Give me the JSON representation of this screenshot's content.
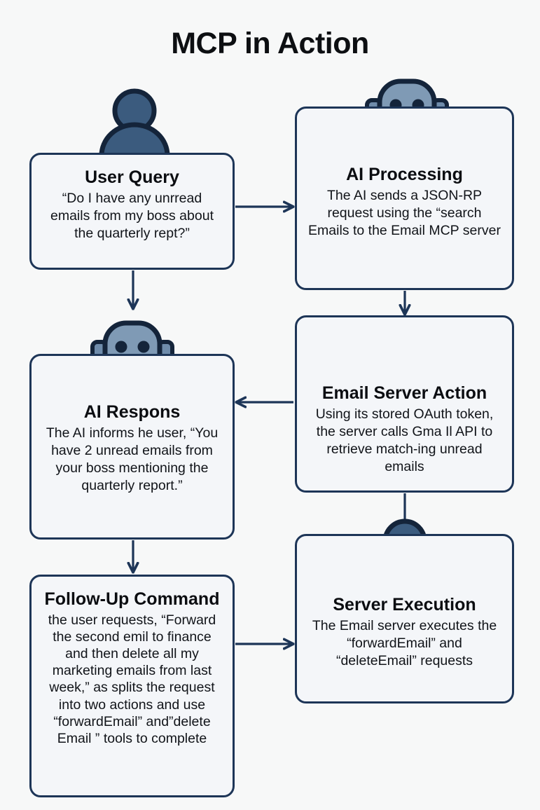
{
  "page": {
    "title": "MCP in Action",
    "background_color": "#f7f8f8",
    "accent_color": "#1d3557",
    "node_fill_color": "#f4f6f9",
    "icon_fill_color": "#3b5b7e",
    "robot_fill_color": "#7f9ab5"
  },
  "nodes": [
    {
      "id": "user-query",
      "icon": "user-avatar-icon",
      "title": "User Query",
      "body": "“Do I have any unrread emails from my boss about the quarterly rept?”"
    },
    {
      "id": "ai-processing",
      "icon": "robot-icon",
      "title": "AI Processing",
      "body": "The AI sends a JSON-RP request using the “search Emails to the Email MCP server"
    },
    {
      "id": "email-server-action",
      "icon": "envelope-icon",
      "title": "Email Server Action",
      "body": "Using its stored OAuth token, the server calls Gma Il API to retrieve match-ing unread emails"
    },
    {
      "id": "ai-respons",
      "icon": "robot-icon",
      "title": "AI Respons",
      "body": "The AI informs he user, “You have 2 unread emails from your boss mentioning the quarterly report.”"
    },
    {
      "id": "follow-up-command",
      "icon": "none",
      "title": "Follow-Up Command",
      "body": "the user requests, “Forward the second emil to finance and then delete all my marketing emails from last week,” as splits the request into two actions and use “forwardEmail” and”delete Email ” tools to complete"
    },
    {
      "id": "server-execution",
      "icon": "user-avatar-icon",
      "title": "Server Execution",
      "body": "The Email server executes the “forwardEmail” and “deleteEmail” requests"
    }
  ],
  "connectors": [
    {
      "id": "user-query-to-ai-processing",
      "from": "user-query",
      "to": "ai-processing",
      "direction": "right",
      "arrowhead": true
    },
    {
      "id": "ai-processing-to-email-server",
      "from": "ai-processing",
      "to": "email-server-action",
      "direction": "down",
      "arrowhead": true
    },
    {
      "id": "email-server-to-ai-respons",
      "from": "email-server-action",
      "to": "ai-respons",
      "direction": "left",
      "arrowhead": true
    },
    {
      "id": "user-query-to-ai-respons",
      "from": "user-query",
      "to": "ai-respons",
      "direction": "down",
      "arrowhead": true
    },
    {
      "id": "ai-respons-to-follow-up",
      "from": "ai-respons",
      "to": "follow-up-command",
      "direction": "down",
      "arrowhead": true
    },
    {
      "id": "follow-up-to-server-execution",
      "from": "follow-up-command",
      "to": "server-execution",
      "direction": "right",
      "arrowhead": true
    },
    {
      "id": "email-server-to-server-execution",
      "from": "email-server-action",
      "to": "server-execution",
      "direction": "down",
      "arrowhead": false
    }
  ]
}
